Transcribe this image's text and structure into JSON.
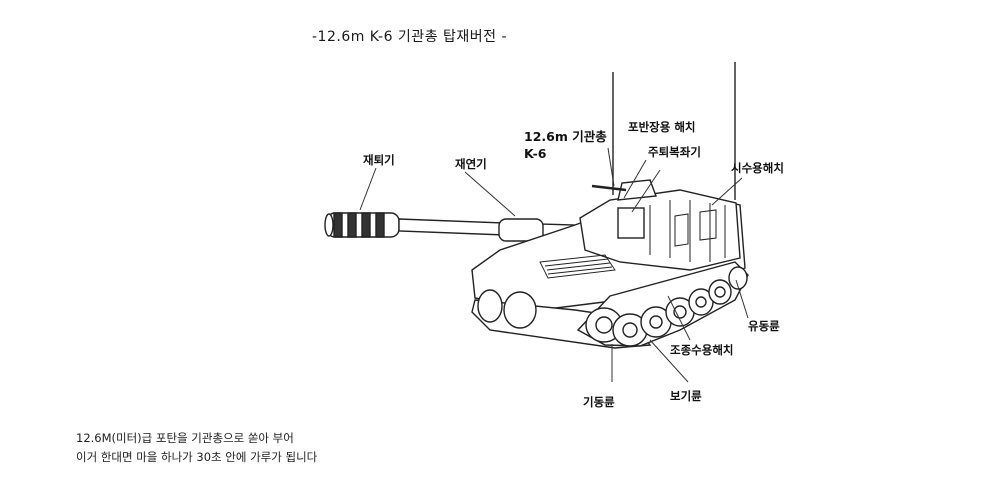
{
  "title": "-12.6m K-6 기관총 탑재버전 -",
  "labels": {
    "retractor": "재퇴기",
    "bore_evacuator": "재연기",
    "mg_line1": "12.6m 기관총",
    "mg_line2": "K-6",
    "loader_hatch": "포반장용 해치",
    "recoil_buffer": "주퇴복좌기",
    "gunner_hatch": "시수용해치",
    "idler_wheel": "유동륜",
    "driver_hatch": "조종수용해치",
    "drive_wheel": "기동륜",
    "road_wheel": "보기륜"
  },
  "caption": {
    "line1": "12.6M(미터)급 포탄을 기관총으로 쏟아 부어",
    "line2": "이거 한대면 마을 하나가 30초 안에 가루가 됩니다"
  }
}
